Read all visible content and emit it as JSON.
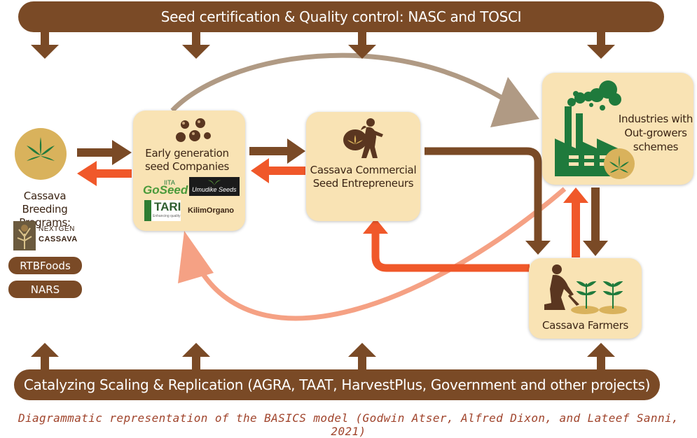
{
  "top_bar": {
    "label": "Seed certification & Quality control: NASC and TOSCI"
  },
  "bottom_bar": {
    "label": "Catalyzing Scaling & Replication (AGRA, TAAT, HarvestPlus, Government and other projects)"
  },
  "breeding": {
    "label": "Cassava Breeding Programs:",
    "pills": [
      "RTBFoods",
      "NARS"
    ],
    "logo_lines": [
      "NEXTGEN",
      "CASSAVA"
    ]
  },
  "egs": {
    "label": "Early generation seed Companies",
    "logos": {
      "iita": "IITA",
      "goseed": "GoSeed",
      "umudike": "Umudike Seeds",
      "tari": "TARI",
      "tari_sub": "Enhancing quality",
      "kilimo": "KilimOrgano"
    }
  },
  "entrepreneurs": {
    "label": "Cassava Commercial Seed Entrepreneurs"
  },
  "industries": {
    "label": "Industries with Out-growers schemes"
  },
  "farmers": {
    "label": "Cassava Farmers"
  },
  "caption": "Diagrammatic representation of the BASICS model (Godwin Atser, Alfred Dixon, and Lateef Sanni, 2021)",
  "colors": {
    "brown": "#7a4a26",
    "orange": "#f0582a",
    "salmon": "#f5a184",
    "taupe": "#b09a84",
    "box": "#f9e3b4",
    "green": "#1f7a3c",
    "gold": "#d9b25c"
  }
}
